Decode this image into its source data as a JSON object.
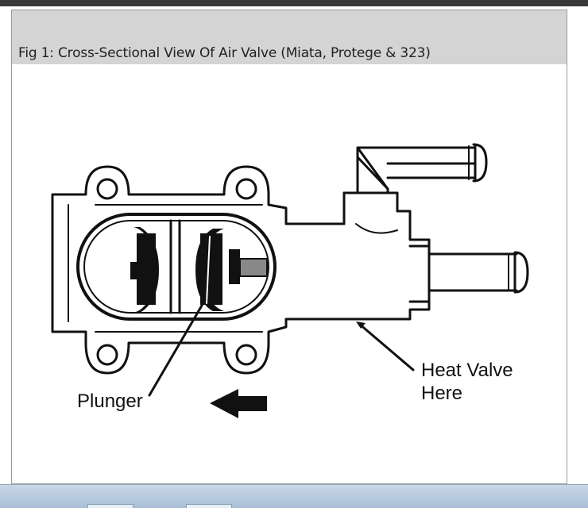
{
  "figure": {
    "caption": "Fig 1: Cross-Sectional View Of Air Valve (Miata, Protege & 323)"
  },
  "labels": {
    "plunger": "Plunger",
    "heat_valve_line1": "Heat Valve",
    "heat_valve_line2": "Here"
  },
  "colors": {
    "caption_bar": "#d4d4d4",
    "line_art": "#111111",
    "taskbar": "#b8cadd"
  }
}
